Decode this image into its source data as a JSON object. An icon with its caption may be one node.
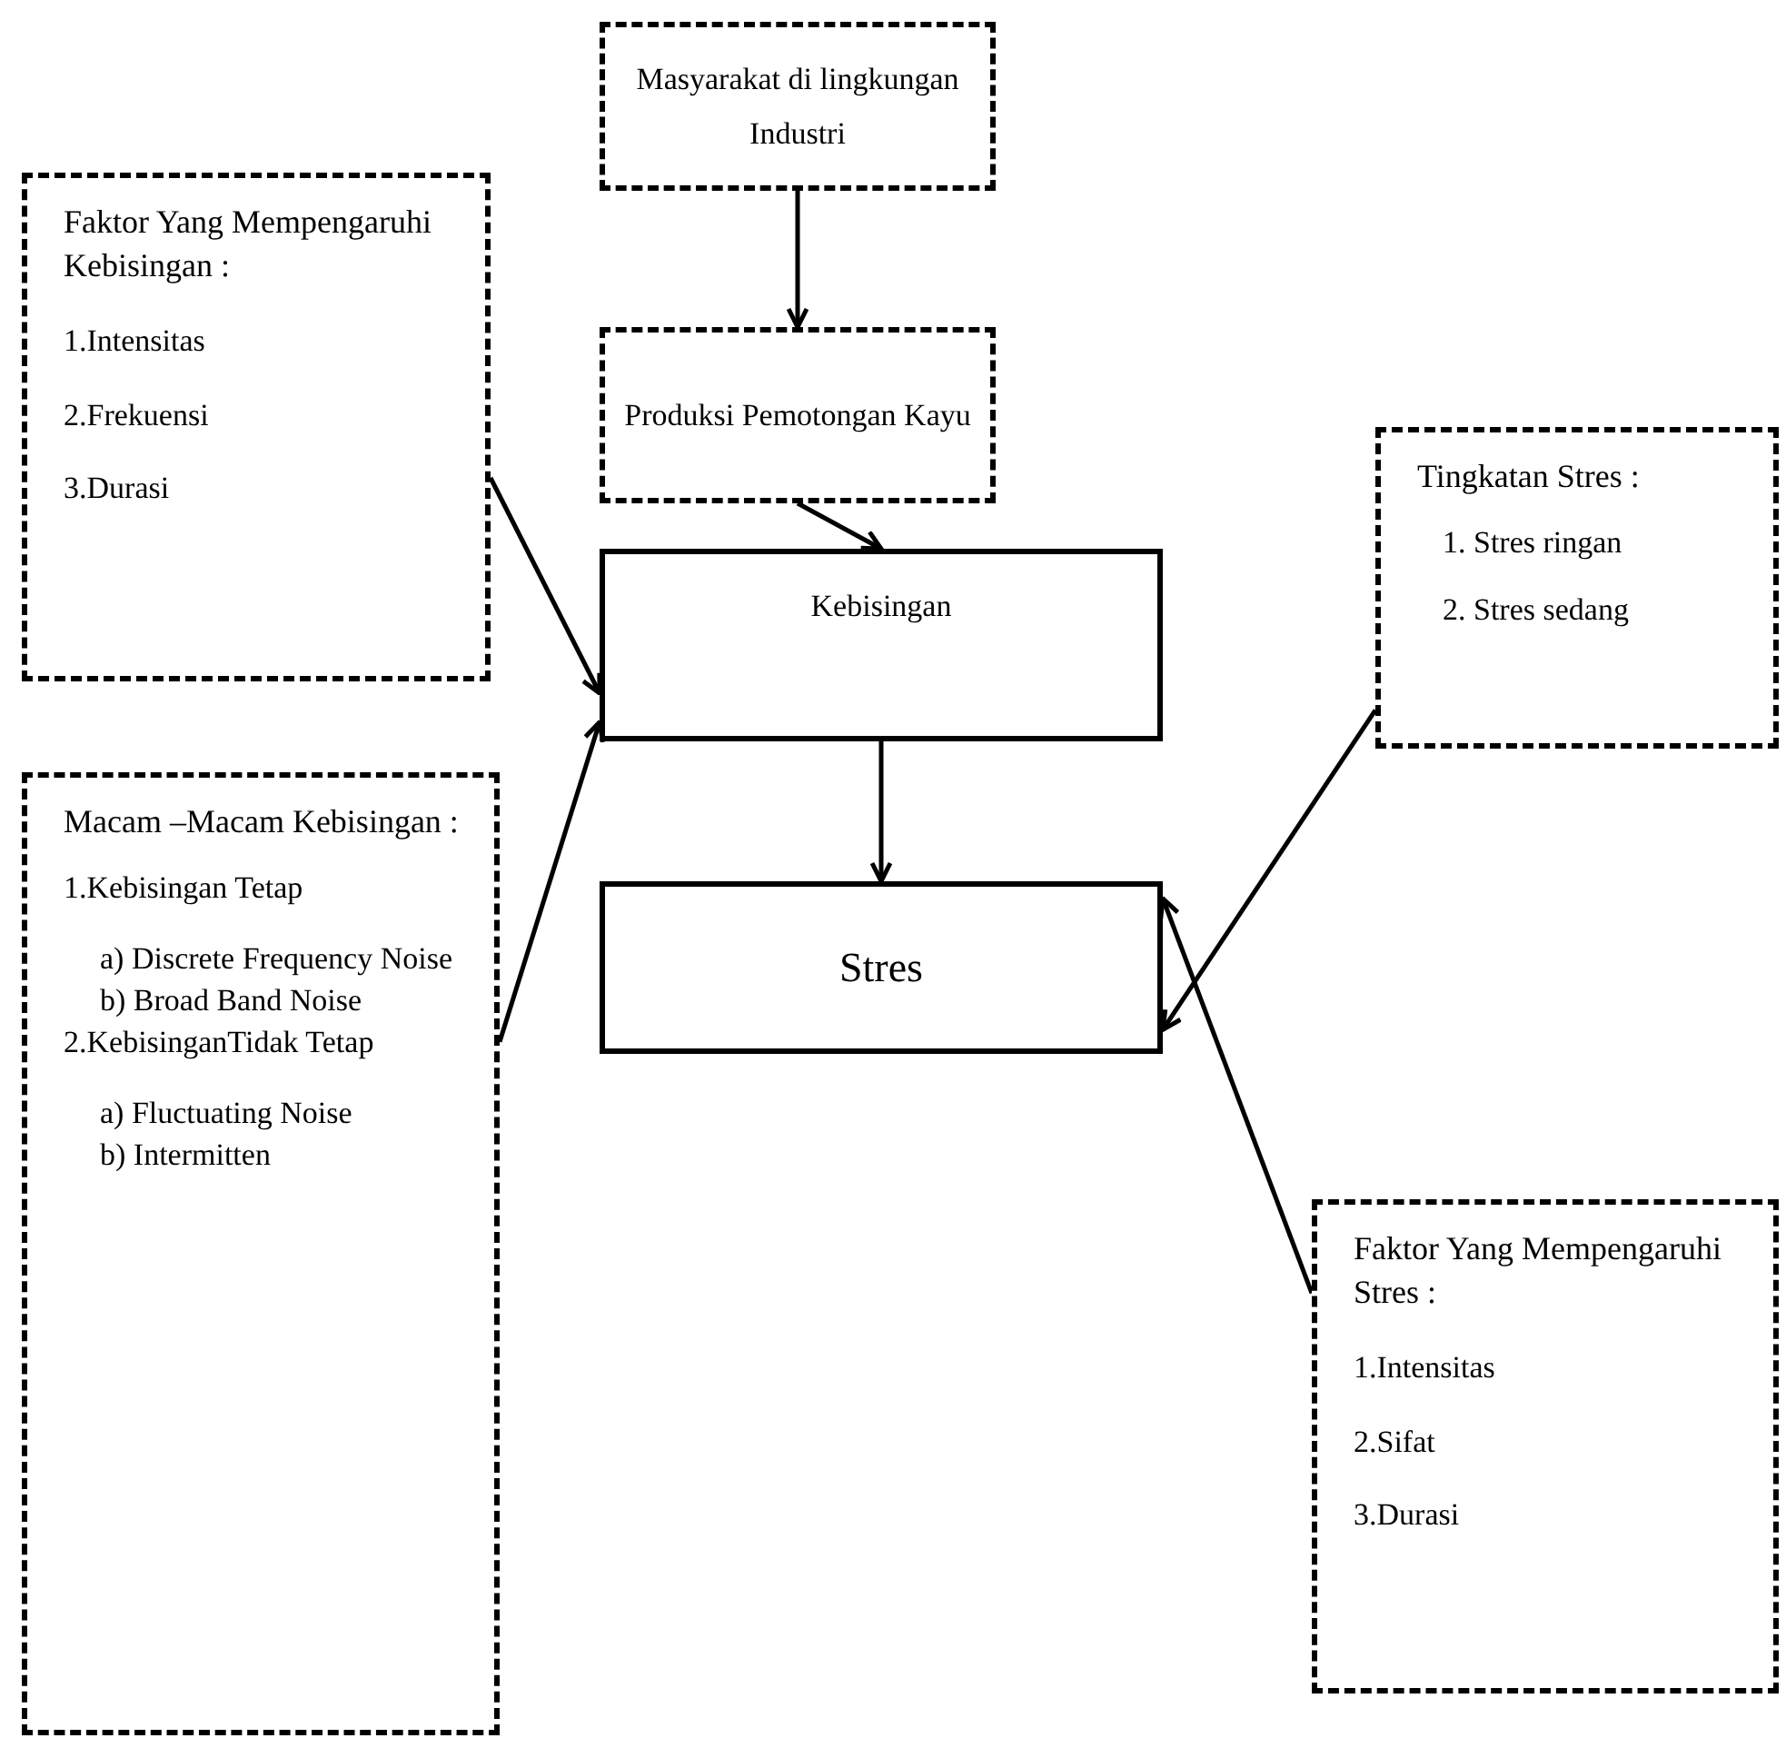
{
  "diagram": {
    "nodes": [
      {
        "text": [
          "Masyarakat di lingkungan Industri"
        ]
      },
      {
        "text": [
          "Produksi Pemotongan Kayu"
        ]
      },
      {
        "text": [
          "Faktor Yang Mempengaruhi Kebisingan :",
          "1.Intensitas",
          "2.Frekuensi",
          "3.Durasi"
        ]
      },
      {
        "text": [
          "Kebisingan"
        ]
      },
      {
        "text": [
          "Macam –Macam Kebisingan :",
          "1.Kebisingan Tetap",
          "a) Discrete Frequency Noise",
          "b) Broad Band Noise",
          "2.KebisinganTidak Tetap",
          "a) Fluctuating Noise",
          "b) Intermitten"
        ]
      },
      {
        "text": [
          "Tingkatan Stres :",
          "1. Stres ringan",
          "2. Stres sedang"
        ]
      },
      {
        "text": [
          "Stres"
        ]
      },
      {
        "text": [
          "Faktor Yang Mempengaruhi Stres :",
          "1.Intensitas",
          "2.Sifat",
          "3.Durasi"
        ]
      }
    ],
    "edges": [
      {
        "from": 0,
        "to": 1,
        "arrow": "to"
      },
      {
        "from": 1,
        "to": 3,
        "arrow": "to"
      },
      {
        "from": 2,
        "to": 3,
        "arrow": "to"
      },
      {
        "from": 4,
        "to": 3,
        "arrow": "to"
      },
      {
        "from": 3,
        "to": 6,
        "arrow": "to"
      },
      {
        "from": 5,
        "to": 6,
        "arrow": "to"
      },
      {
        "from": 7,
        "to": 6,
        "arrow": "to"
      }
    ]
  }
}
